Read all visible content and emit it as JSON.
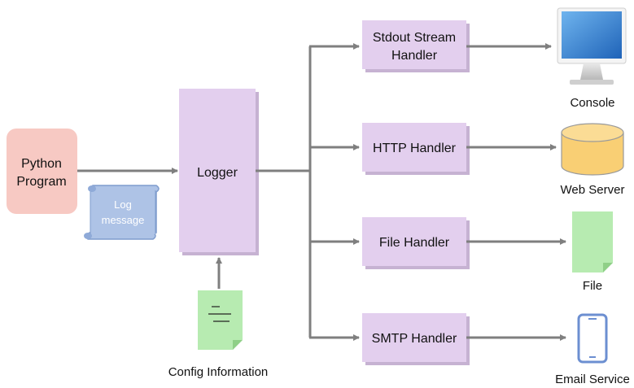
{
  "source": {
    "label_line1": "Python",
    "label_line2": "Program"
  },
  "log_message": {
    "line1": "Log",
    "line2": "message"
  },
  "logger": {
    "label": "Logger"
  },
  "config": {
    "caption": "Config Information"
  },
  "handlers": [
    {
      "line1": "Stdout Stream",
      "line2": "Handler",
      "target": "Console",
      "target_icon": "monitor-icon"
    },
    {
      "line1": "HTTP Handler",
      "line2": "",
      "target": "Web Server",
      "target_icon": "database-icon"
    },
    {
      "line1": "File Handler",
      "line2": "",
      "target": "File",
      "target_icon": "file-icon"
    },
    {
      "line1": "SMTP Handler",
      "line2": "",
      "target": "Email Service",
      "target_icon": "phone-icon"
    }
  ],
  "colors": {
    "source_fill": "#f7c9c3",
    "box_fill": "#e3cfee",
    "box_shadow": "#c6b2d2",
    "arrow": "#7f7f7f",
    "scroll_fill": "#aec3e6",
    "scroll_edge": "#7f9ccd",
    "doc_fill": "#b7ebb1",
    "db_fill": "#f9cf74",
    "phone_stroke": "#6c8fd1"
  }
}
